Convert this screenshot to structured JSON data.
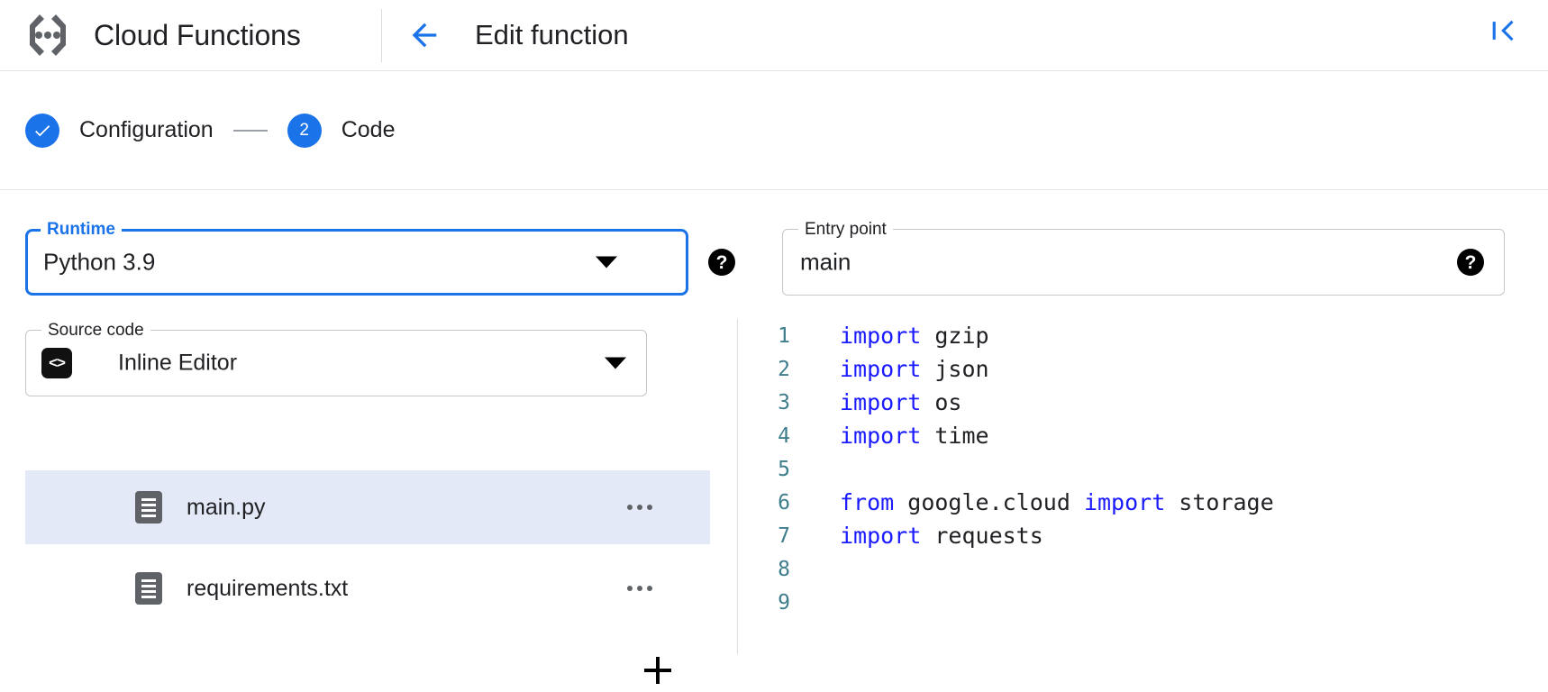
{
  "header": {
    "product_title": "Cloud Functions",
    "logo_icon": "cloud-functions-logo",
    "back_icon": "arrow-left-icon",
    "page_title": "Edit function",
    "collapse_icon": "collapse-panel-icon"
  },
  "stepper": {
    "steps": [
      {
        "marker": "✓",
        "label": "Configuration",
        "state": "completed",
        "icon": "check-icon"
      },
      {
        "marker": "2",
        "label": "Code",
        "state": "active",
        "icon": "step-number"
      }
    ]
  },
  "fields": {
    "runtime": {
      "legend": "Runtime",
      "value": "Python 3.9",
      "focused": true,
      "dropdown_icon": "chevron-down-icon",
      "help_icon": "help-icon"
    },
    "entry_point": {
      "legend": "Entry point",
      "value": "main",
      "placeholder": "main",
      "help_icon": "help-icon"
    },
    "source_code": {
      "legend": "Source code",
      "value": "Inline Editor",
      "badge_icon": "code-brackets-icon",
      "badge_text": "<>",
      "dropdown_icon": "chevron-down-icon"
    }
  },
  "file_panel": {
    "add_file_label": "+",
    "add_file_icon": "plus-icon",
    "files": [
      {
        "name": "main.py",
        "selected": true,
        "icon": "file-icon",
        "menu_icon": "overflow-menu-icon"
      },
      {
        "name": "requirements.txt",
        "selected": false,
        "icon": "file-icon",
        "menu_icon": "overflow-menu-icon"
      }
    ]
  },
  "editor": {
    "lines": [
      {
        "n": "1",
        "kw": "import",
        "rest": " gzip"
      },
      {
        "n": "2",
        "kw": "import",
        "rest": " json"
      },
      {
        "n": "3",
        "kw": "import",
        "rest": " os"
      },
      {
        "n": "4",
        "kw": "import",
        "rest": " time"
      },
      {
        "n": "5",
        "kw": "",
        "rest": ""
      },
      {
        "n": "6",
        "kw": "from",
        "rest": " google.cloud ",
        "kw2": "import",
        "rest2": " storage"
      },
      {
        "n": "7",
        "kw": "import",
        "rest": " requests"
      },
      {
        "n": "8",
        "kw": "",
        "rest": ""
      },
      {
        "n": "9",
        "kw": "",
        "rest": ""
      }
    ]
  },
  "colors": {
    "accent_blue": "#1a73e8",
    "keyword_blue": "#1a1aff",
    "line_number": "#3f7e8c",
    "selected_row": "#e4e9f7",
    "text": "#202124"
  }
}
